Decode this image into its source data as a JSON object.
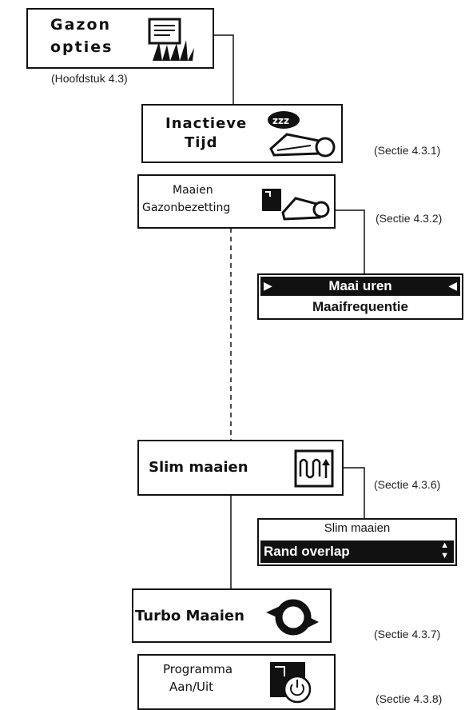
{
  "gazon": {
    "line1": "Gazon",
    "line2": "opties",
    "caption": "(Hoofdstuk 4.3)"
  },
  "inactieve": {
    "line1": "Inactieve",
    "line2": "Tijd",
    "caption": "(Sectie 4.3.1)"
  },
  "maaien": {
    "line1": "Maaien",
    "line2": "Gazonbezetting",
    "caption": "(Sectie 4.3.2)"
  },
  "maai_uren": {
    "selected": "Maai uren",
    "next": "Maaifrequentie"
  },
  "slim": {
    "label": "Slim maaien",
    "caption": "(Sectie 4.3.6)"
  },
  "slim_sub": {
    "title": "Slim maaien",
    "selected": "Rand overlap"
  },
  "turbo": {
    "label": "Turbo Maaien",
    "caption": "(Sectie 4.3.7)"
  },
  "programma": {
    "line1": "Programma",
    "line2": "Aan/Uit",
    "caption": "(Sectie 4.3.8)"
  },
  "icons": [
    "grass-doc-icon",
    "sleeping-mower-icon",
    "calendar-mower-icon",
    "wave-cycle-icon",
    "turbo-swirl-icon",
    "calendar-power-icon"
  ]
}
